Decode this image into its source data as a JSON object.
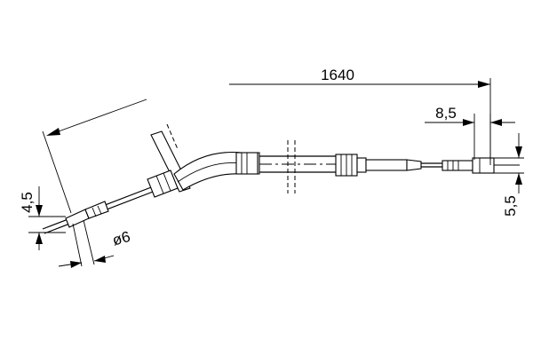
{
  "dimensions": {
    "total_length": "1640",
    "end_fitting_length": "8,5",
    "end_fitting_diameter": "5,5",
    "left_fitting_width": "4,5",
    "left_fitting_diameter": "ø6"
  }
}
